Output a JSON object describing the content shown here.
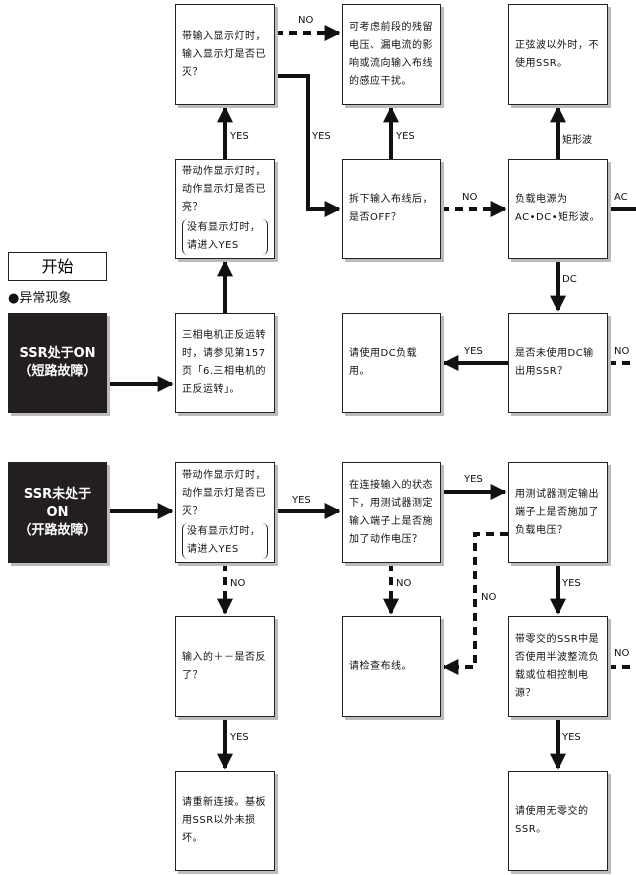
{
  "start_label": "开始",
  "section_label": "●异常现象",
  "short_fault": {
    "title_line1": "SSR处于ON",
    "title_line2": "（短路故障）",
    "boxes": {
      "three_phase": "三相电机正反运转时，请参见第157页「6.三相电机的正反运转」。",
      "action_lamp_on": "带动作显示灯时，动作显示灯是否已亮？",
      "action_lamp_note": "没有显示灯时，请进入YES",
      "input_lamp_off": "带输入显示灯时，输入显示灯是否已灭？",
      "consider_residual": "可考虑前段的残留电压、漏电流的影响或流向输入布线的感应干扰。",
      "remove_wiring": "拆下输入布线后，是否OFF？",
      "load_supply": "负载电源为AC•DC•矩形波。",
      "non_sine": "正弦波以外时，不使用SSR。",
      "dc_output": "是否未使用DC输出用SSR？",
      "use_dc_load": "请使用DC负载用。"
    },
    "labels": {
      "yes1": "YES",
      "yes2": "YES",
      "yes3": "YES",
      "yes4": "YES",
      "no1": "NO",
      "no2": "NO",
      "no3": "NO",
      "rect": "矩形波",
      "ac": "AC",
      "dc": "DC"
    }
  },
  "open_fault": {
    "title_line1": "SSR未处于",
    "title_line2": "ON",
    "title_line3": "（开路故障）",
    "boxes": {
      "action_lamp_off": "带动作显示灯时，动作显示灯是否已灭？",
      "action_lamp_note": "没有显示灯时，请进入YES",
      "input_voltage": "在连接输入的状态下，用测试器测定输入端子上是否施加了动作电压？",
      "output_voltage": "用测试器测定输出端子上是否施加了负载电压？",
      "polarity": "输入的＋－是否反了？",
      "check_wiring": "请检查布线。",
      "zero_cross": "带零交的SSR中是否使用半波整流负载或位相控制电源？",
      "reconnect": "请重新连接。基板用SSR以外未损坏。",
      "use_non_zero": "请使用无零交的SSR。"
    },
    "labels": {
      "yes1": "YES",
      "yes2": "YES",
      "yes3": "YES",
      "yes4": "YES",
      "yes5": "YES",
      "no1": "NO",
      "no2": "NO",
      "no3": "NO",
      "no4": "NO"
    }
  }
}
